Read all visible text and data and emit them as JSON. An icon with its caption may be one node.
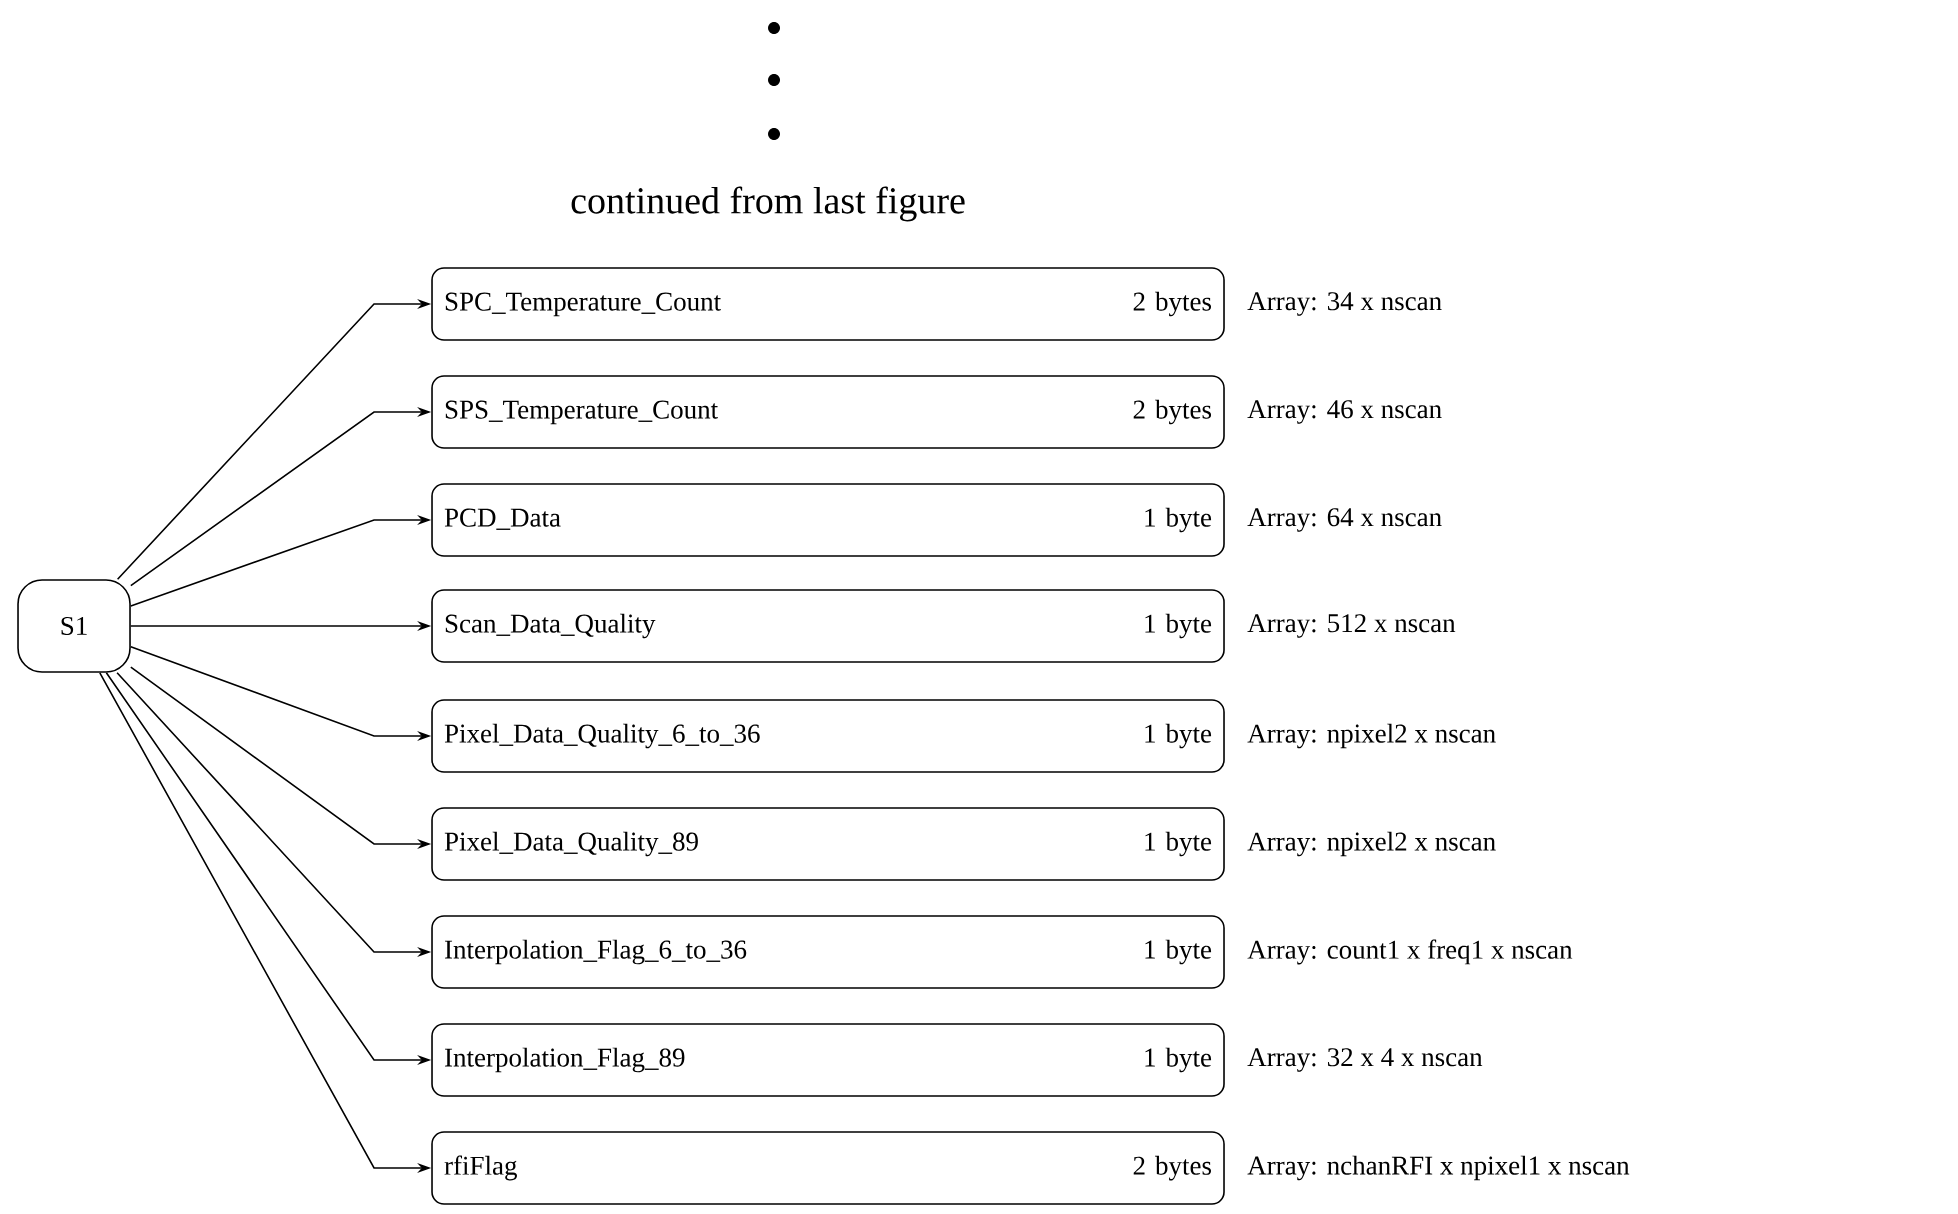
{
  "diagram": {
    "nodes": [
      {
        "text": [
          "S1"
        ]
      },
      {
        "text": [
          "SPC_Temperature_Count",
          "2 bytes"
        ],
        "beside": [
          "Array: 34 x nscan"
        ]
      },
      {
        "text": [
          "SPS_Temperature_Count",
          "2 bytes"
        ],
        "beside": [
          "Array: 46 x nscan"
        ]
      },
      {
        "text": [
          "PCD_Data",
          "1 byte"
        ],
        "beside": [
          "Array: 64 x nscan"
        ]
      },
      {
        "text": [
          "Scan_Data_Quality",
          "1 byte"
        ],
        "beside": [
          "Array: 512 x nscan"
        ]
      },
      {
        "text": [
          "Pixel_Data_Quality_6_to_36",
          "1 byte"
        ],
        "beside": [
          "Array: npixel2 x nscan"
        ]
      },
      {
        "text": [
          "Pixel_Data_Quality_89",
          "1 byte"
        ],
        "beside": [
          "Array: npixel2 x nscan"
        ]
      },
      {
        "text": [
          "Interpolation_Flag_6_to_36",
          "1 byte"
        ],
        "beside": [
          "Array: count1 x freq1 x nscan"
        ]
      },
      {
        "text": [
          "Interpolation_Flag_89",
          "1 byte"
        ],
        "beside": [
          "Array: 32 x 4 x nscan"
        ]
      },
      {
        "text": [
          "rfiFlag",
          "2 bytes"
        ],
        "beside": [
          "Array: nchanRFI x npixel1 x nscan"
        ]
      }
    ],
    "edges": [
      {
        "from": 0,
        "to": 1,
        "arrow": "to"
      },
      {
        "from": 0,
        "to": 2,
        "arrow": "to"
      },
      {
        "from": 0,
        "to": 3,
        "arrow": "to"
      },
      {
        "from": 0,
        "to": 4,
        "arrow": "to"
      },
      {
        "from": 0,
        "to": 5,
        "arrow": "to"
      },
      {
        "from": 0,
        "to": 6,
        "arrow": "to"
      },
      {
        "from": 0,
        "to": 7,
        "arrow": "to"
      },
      {
        "from": 0,
        "to": 8,
        "arrow": "to"
      },
      {
        "from": 0,
        "to": 9,
        "arrow": "to"
      }
    ],
    "labels": [
      "continued from last figure"
    ]
  }
}
